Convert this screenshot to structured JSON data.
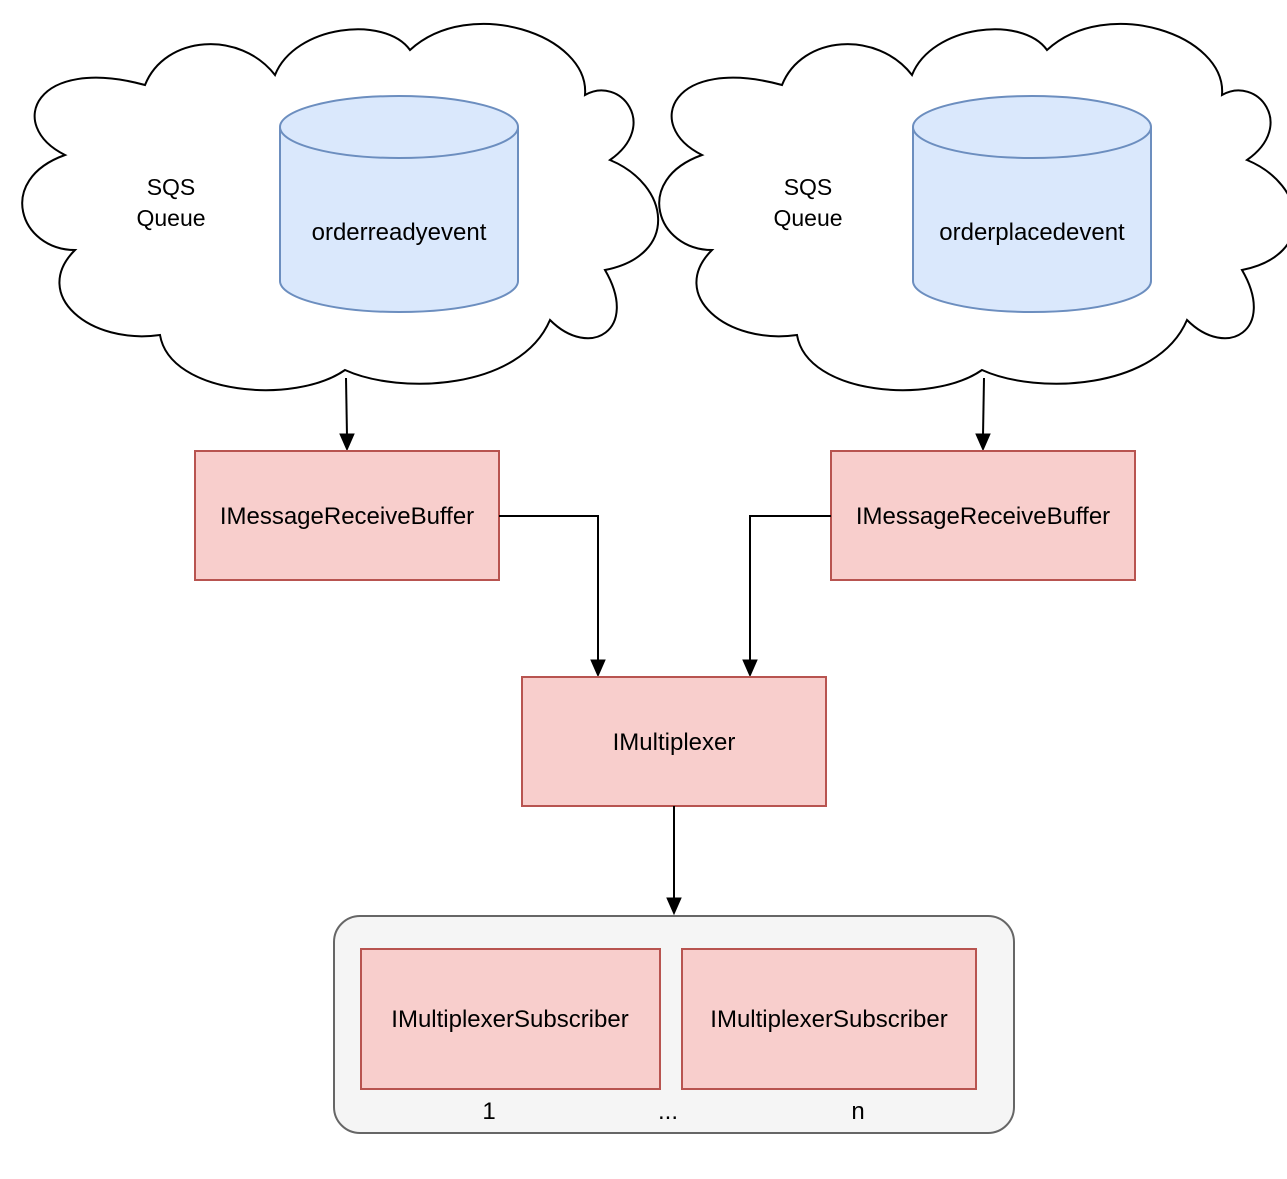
{
  "colors": {
    "queue_fill": "#dae8fc",
    "queue_stroke": "#6c8ebf",
    "component_fill": "#f8cecc",
    "component_stroke": "#b85450",
    "group_fill": "#f5f5f5",
    "group_stroke": "#666666",
    "edge": "#000000"
  },
  "clouds": [
    {
      "label_line1": "SQS",
      "label_line2": "Queue",
      "queue_name": "orderreadyevent"
    },
    {
      "label_line1": "SQS",
      "label_line2": "Queue",
      "queue_name": "orderplacedevent"
    }
  ],
  "buffers": [
    {
      "label": "IMessageReceiveBuffer"
    },
    {
      "label": "IMessageReceiveBuffer"
    }
  ],
  "multiplexer": {
    "label": "IMultiplexer"
  },
  "subscribers": {
    "items": [
      {
        "label": "IMultiplexerSubscriber"
      },
      {
        "label": "IMultiplexerSubscriber"
      }
    ],
    "index_first": "1",
    "index_ellipsis": "...",
    "index_last": "n"
  }
}
